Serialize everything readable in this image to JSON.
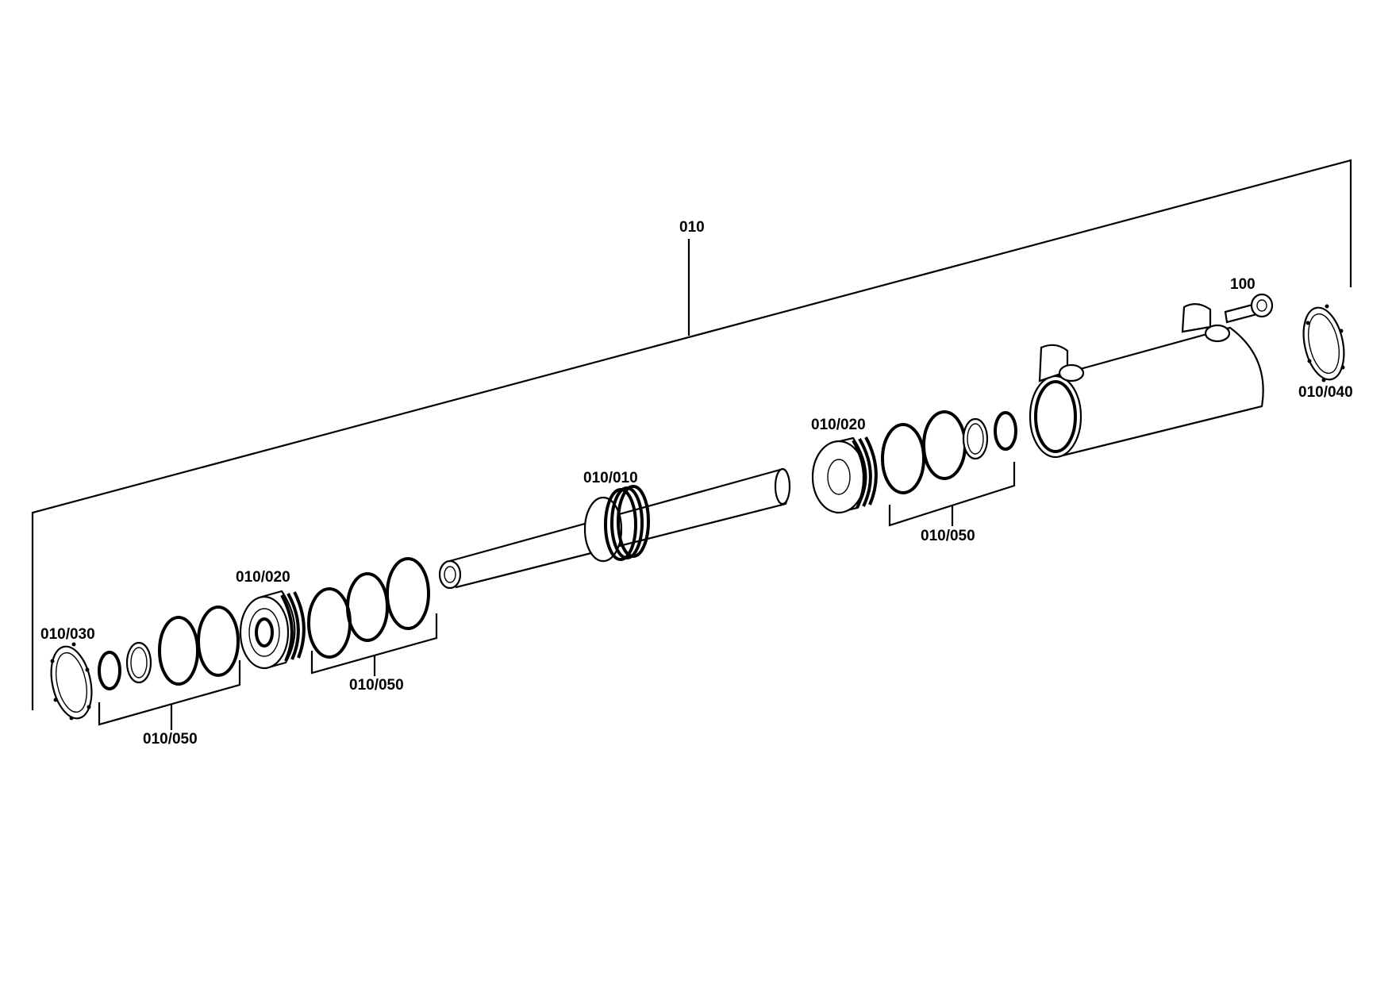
{
  "labels": {
    "assembly": "010",
    "piston_rod": "010/010",
    "piston_left": "010/020",
    "piston_right": "010/020",
    "seal_kit_far_left": "010/050",
    "seal_kit_mid_left": "010/050",
    "seal_kit_right": "010/050",
    "retaining_ring_left": "010/030",
    "retaining_ring_right": "010/040",
    "screw": "100"
  }
}
